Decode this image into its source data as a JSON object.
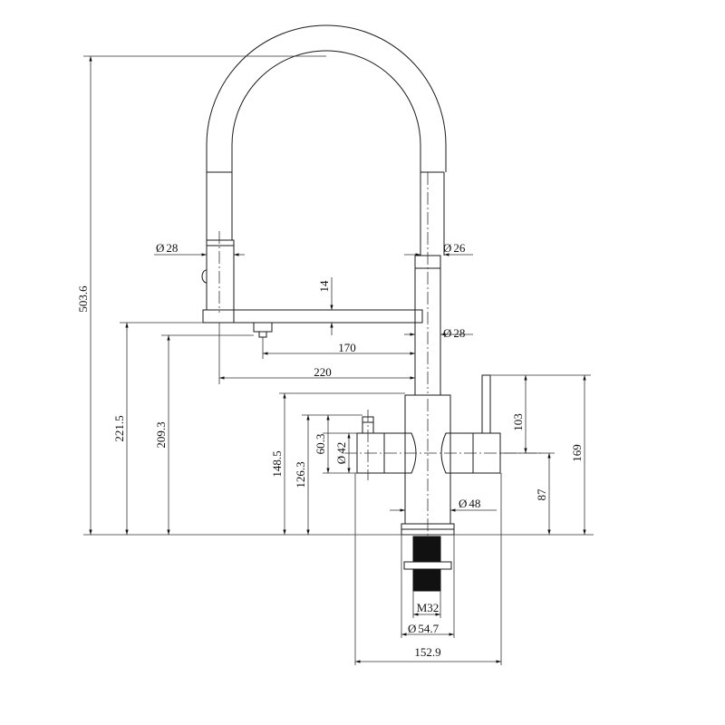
{
  "drawing": {
    "dimensions": {
      "overall_height": "503.6",
      "hose_diameter_left": "28",
      "hose_diameter_right": "26",
      "spout_thickness": "14",
      "spout_reach_inner": "170",
      "spout_reach": "220",
      "body_diameter_upper": "28",
      "height_to_spout_outer": "221.5",
      "height_to_spout_inner": "209.3",
      "height_to_body_top": "148.5",
      "height_to_side_valve_top": "126.3",
      "valve_housing_height": "60.3",
      "valve_diameter": "42",
      "lever_height": "103",
      "lever_top_height": "169",
      "lever_center_height": "87",
      "base_diameter": "48",
      "thread_size": "M32",
      "flange_diameter": "54.7",
      "body_width": "152.9"
    },
    "diameter_symbol": "Ø"
  }
}
